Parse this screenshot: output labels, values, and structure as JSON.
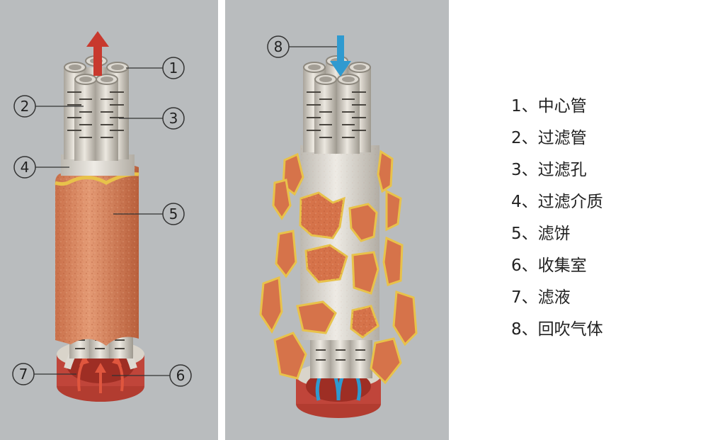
{
  "callouts": {
    "c1": "1",
    "c2": "2",
    "c3": "3",
    "c4": "4",
    "c5": "5",
    "c6": "6",
    "c7": "7",
    "c8": "8"
  },
  "legend": [
    "1、中心管",
    "2、过滤管",
    "3、过滤孔",
    "4、过滤介质",
    "5、滤饼",
    "6、收集室",
    "7、滤液",
    "8、回吹气体"
  ],
  "colors": {
    "panel_bg": "#b9bcbe",
    "tube": "#dedad2",
    "tube_shade": "#b9b4aa",
    "filter_cake": "#d9865e",
    "cake_rim": "#e3c24a",
    "chamber": "#c0453a",
    "arrow_up": "#c8392e",
    "arrow_blow": "#2f9ad0"
  }
}
